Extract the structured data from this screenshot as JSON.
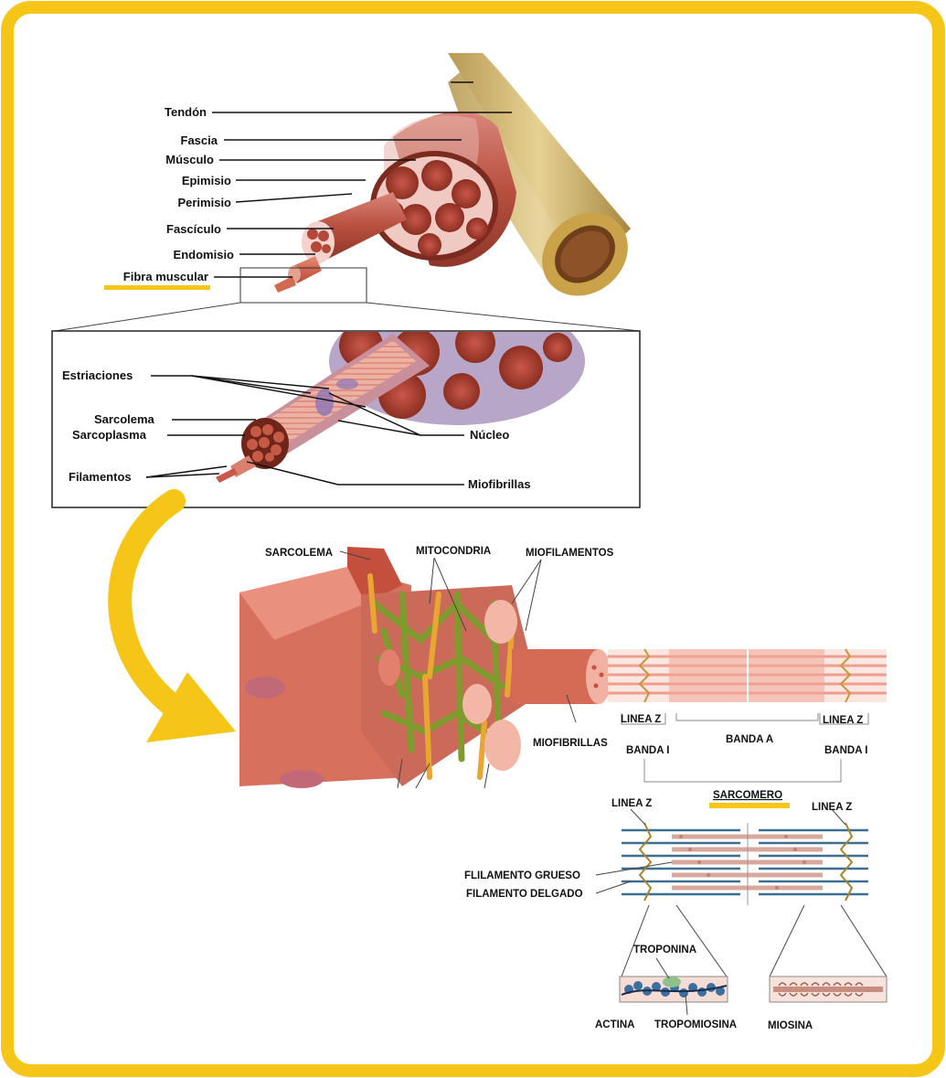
{
  "colors": {
    "frame": "#f5c518",
    "underline": "#f5c518",
    "muscle_red": "#c9574a",
    "tendon": "#d8c07a",
    "mitochondria_green": "#8aa63a",
    "tubule_orange": "#e9a531"
  },
  "top_labels": {
    "tendon": "Tendón",
    "fascia": "Fascia",
    "musculo": "Músculo",
    "epimisio": "Epimisio",
    "perimisio": "Perimisio",
    "fasciculo": "Fascículo",
    "endomisio": "Endomisio",
    "fibra_muscular": "Fibra muscular"
  },
  "zoom_labels": {
    "estriaciones": "Estriaciones",
    "sarcolema": "Sarcolema",
    "sarcoplasma": "Sarcoplasma",
    "filamentos": "Filamentos",
    "nucleo": "Núcleo",
    "miofibrillas": "Miofibrillas"
  },
  "fiber_labels": {
    "sarcolema": "SARCOLEMA",
    "mitocondria": "MITOCONDRIA",
    "miofilamentos": "MIOFILAMENTOS",
    "miofibrillas": "MIOFIBRILLAS"
  },
  "sarcomere_labels": {
    "linea_z_left": "LINEA Z",
    "linea_z_right": "LINEA Z",
    "banda_a": "BANDA A",
    "banda_i_left": "BANDA I",
    "banda_i_right": "BANDA I",
    "sarcomero": "SARCOMERO"
  },
  "filament_labels": {
    "linea_z_left": "LINEA Z",
    "linea_z_right": "LINEA Z",
    "filamento_grueso": "FLILAMENTO GRUESO",
    "filamento_delgado": "FILAMENTO DELGADO",
    "troponina": "TROPONINA",
    "actina": "ACTINA",
    "tropomiosina": "TROPOMIOSINA",
    "miosina": "MIOSINA"
  },
  "icons": [
    "yellow-curved-arrow-icon"
  ]
}
